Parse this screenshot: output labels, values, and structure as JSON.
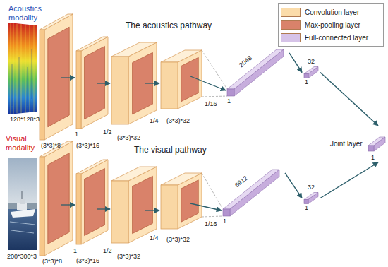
{
  "diagram": {
    "nodes": [
      {
        "text": [
          "2048",
          "1"
        ]
      },
      {
        "text": [
          "32",
          "1"
        ]
      },
      {
        "text": [
          "6912",
          "1"
        ]
      },
      {
        "text": [
          "32",
          "1"
        ]
      },
      {
        "text": [
          "Joint layer",
          "1"
        ]
      }
    ],
    "edges": [
      {
        "from": 0,
        "to": 1,
        "arrow": "to"
      },
      {
        "from": 1,
        "to": 4,
        "arrow": "to"
      },
      {
        "from": 2,
        "to": 3,
        "arrow": "to"
      },
      {
        "from": 3,
        "to": 4,
        "arrow": "to"
      }
    ],
    "labels": [
      "Acoustics modality",
      "128*128*3",
      "(3*3)*8",
      "1",
      "(3*3)*16",
      "1/2",
      "(3*3)*32",
      "1/4",
      "(3*3)*32",
      "1/16",
      "The acoustics pathway",
      "Visual modality",
      "200*300*3",
      "(3*3)*8",
      "1",
      "(3*3)*16",
      "1/2",
      "(3*3)*32",
      "1/4",
      "(3*3)*32",
      "1/16",
      "The visual pathway"
    ],
    "legend": [
      {
        "text": "Convolution layer",
        "color": "#fbdcaa"
      },
      {
        "text": "Max-pooling layer",
        "color": "#d9826a"
      },
      {
        "text": "Full-connected layer",
        "color": "#d6c3e8"
      }
    ]
  }
}
